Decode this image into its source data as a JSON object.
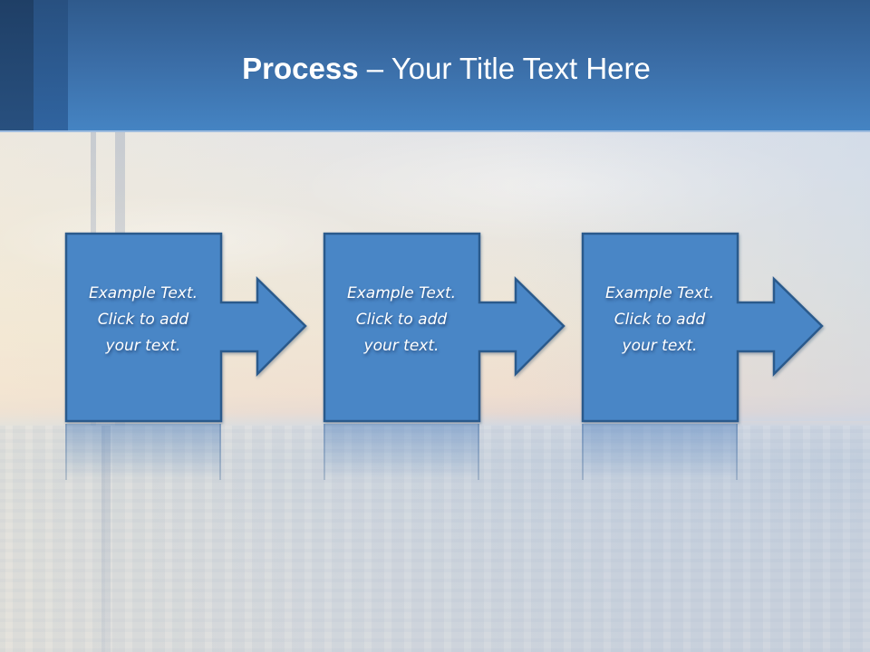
{
  "slide": {
    "title": {
      "bold": "Process",
      "rest": " – Your Title Text Here"
    },
    "colors": {
      "header_top": "#2f5a8c",
      "header_bottom": "#4584c3",
      "shape_fill": "#4a86c6",
      "shape_stroke": "#2c5a8c",
      "text": "#ffffff"
    },
    "steps": [
      {
        "lines": [
          "Example Text.",
          "Click  to add",
          "your text."
        ],
        "icon": "arrow-right-icon"
      },
      {
        "lines": [
          "Example Text.",
          "Click  to add",
          "your text."
        ],
        "icon": "arrow-right-icon"
      },
      {
        "lines": [
          "Example Text.",
          "Click  to add",
          "your text."
        ],
        "icon": "arrow-right-icon"
      }
    ]
  }
}
